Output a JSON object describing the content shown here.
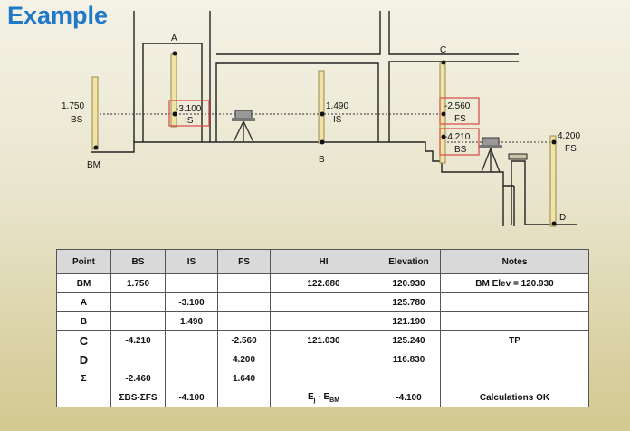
{
  "title": "Example",
  "diagram": {
    "points": {
      "A": "A",
      "B": "B",
      "C": "C",
      "D": "D",
      "BM": "BM"
    },
    "readings": {
      "bm_bs_value": "1.750",
      "bm_bs_type": "BS",
      "a_is_value": "-3.100",
      "a_is_type": "IS",
      "b_is_value": "1.490",
      "b_is_type": "IS",
      "c_fs_value": "-2.560",
      "c_fs_type": "FS",
      "c_bs_value": "-4.210",
      "c_bs_type": "BS",
      "d_fs_value": "4.200",
      "d_fs_type": "FS"
    }
  },
  "table": {
    "headers": [
      "Point",
      "BS",
      "IS",
      "FS",
      "HI",
      "Elevation",
      "Notes"
    ],
    "rows": [
      [
        "BM",
        "1.750",
        "",
        "",
        "122.680",
        "120.930",
        "BM Elev = 120.930"
      ],
      [
        "A",
        "",
        "-3.100",
        "",
        "",
        "125.780",
        ""
      ],
      [
        "B",
        "",
        "1.490",
        "",
        "",
        "121.190",
        ""
      ],
      [
        "C",
        "-4.210",
        "",
        "-2.560",
        "121.030",
        "125.240",
        "TP"
      ],
      [
        "D",
        "",
        "",
        "4.200",
        "",
        "116.830",
        ""
      ],
      [
        "Σ",
        "-2.460",
        "",
        "1.640",
        "",
        "",
        ""
      ]
    ],
    "check_row": {
      "label": "ΣBS-ΣFS",
      "is_value": "-4.100",
      "hi_text": "E",
      "hi_sub1": "j",
      "hi_mid": " - E",
      "hi_sub2": "BM",
      "elevation": "-4.100",
      "note": "Calculations OK"
    }
  }
}
